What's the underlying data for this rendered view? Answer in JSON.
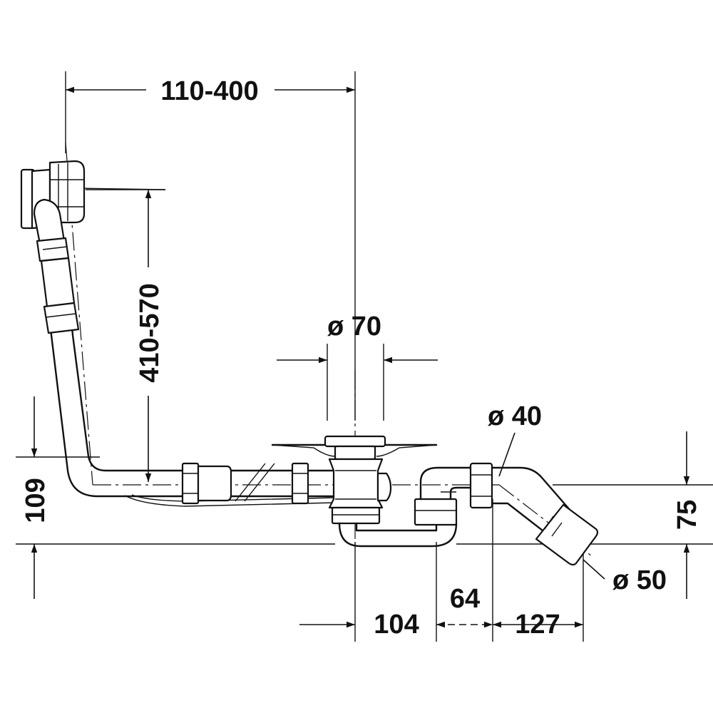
{
  "dimensions": {
    "overflow_reach": "110-400",
    "overflow_height": "410-570",
    "waste_diameter": "ø 70",
    "trap_inlet_diameter": "ø 40",
    "outlet_diameter": "ø 50",
    "drain_height": "109",
    "outlet_height": "75",
    "trap_offset": "104",
    "trap_width": "64",
    "outlet_reach": "127"
  }
}
